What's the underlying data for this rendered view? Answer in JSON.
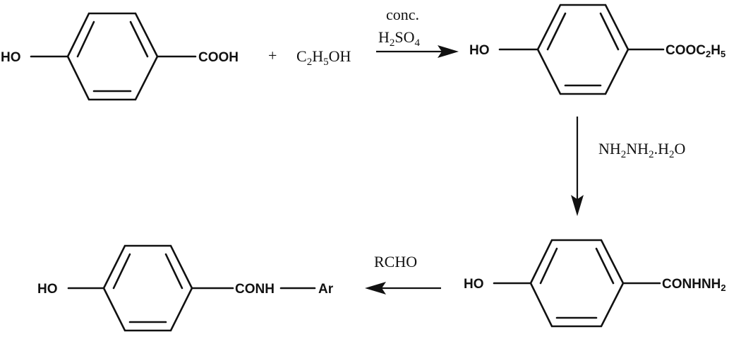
{
  "scheme": {
    "step1": {
      "reactant_1": {
        "left_group": "HO",
        "right_group": "COOH"
      },
      "plus": "+",
      "reactant_2": {
        "t1": "C",
        "s1": "2",
        "t2": "H",
        "s2": "5",
        "t3": "OH"
      },
      "conditions": {
        "line1": "conc.",
        "line2": {
          "t1": "H",
          "s1": "2",
          "t2": "SO",
          "s2": "4"
        }
      },
      "product": {
        "left_group": "HO",
        "right_t1": "COOC",
        "right_s1": "2",
        "right_t2": "H",
        "right_s2": "5"
      }
    },
    "step2": {
      "reagent": {
        "t1": "NH",
        "s1": "2",
        "t2": "NH",
        "s2": "2",
        "t3": ".H",
        "s3": "2",
        "t4": "O"
      },
      "product": {
        "left_group": "HO",
        "right_t1": "CONHNH",
        "right_s1": "2"
      }
    },
    "step3": {
      "reagent": "RCHO",
      "product": {
        "left_group": "HO",
        "right_group": "CONH",
        "ar": "Ar"
      }
    }
  }
}
